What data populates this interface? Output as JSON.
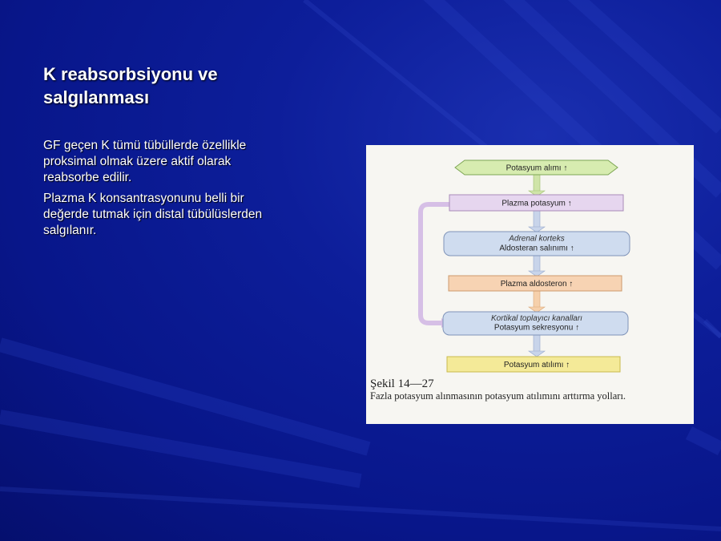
{
  "slide": {
    "title": "K reabsorbsiyonu ve salgılanması",
    "bullets": [
      "GF geçen K tümü tübüllerde özellikle proksimal olmak üzere aktif olarak reabsorbe edilir.",
      "Plazma K konsantrasyonunu belli bir değerde tutmak için distal tübülüslerden salgılanır."
    ]
  },
  "figure": {
    "nodes": [
      {
        "text": "Potasyum alımı ↑",
        "color": "#d7ecb0"
      },
      {
        "text": "Plazma potasyum  ↑",
        "color": "#e6d6ef"
      },
      {
        "italic": "Adrenal korteks",
        "text": "Aldosteran salınımı  ↑",
        "color": "#cfdcef"
      },
      {
        "text": "Plazma aldosteron  ↑",
        "color": "#f7d3b3"
      },
      {
        "italic": "Kortikal toplayıcı kanalları",
        "text": "Potasyum sekresyonu ↑",
        "color": "#cfdcef"
      },
      {
        "text": "Potasyum atılımı  ↑",
        "color": "#f4ea98"
      }
    ],
    "caption_number": "Şekil 14—27",
    "caption_text": "Fazla potasyum alınmasının potasyum atılımını arttırma yolları."
  }
}
